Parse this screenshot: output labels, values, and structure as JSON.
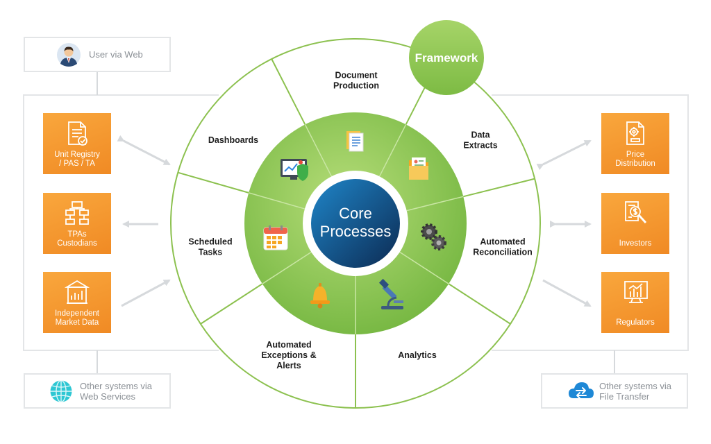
{
  "framework": "Framework",
  "core": {
    "line1": "Core",
    "line2": "Processes"
  },
  "segments": [
    {
      "id": "document-production",
      "lines": [
        "Document",
        "Production"
      ]
    },
    {
      "id": "data-extracts",
      "lines": [
        "Data",
        "Extracts"
      ]
    },
    {
      "id": "automated-reconciliation",
      "lines": [
        "Automated",
        "Reconciliation"
      ]
    },
    {
      "id": "analytics",
      "lines": [
        "Analytics"
      ]
    },
    {
      "id": "automated-exceptions-alerts",
      "lines": [
        "Automated",
        "Exceptions &",
        "Alerts"
      ]
    },
    {
      "id": "scheduled-tasks",
      "lines": [
        "Scheduled",
        "Tasks"
      ]
    },
    {
      "id": "dashboards",
      "lines": [
        "Dashboards"
      ]
    }
  ],
  "top_left": {
    "label": "User via Web",
    "icon": "user-avatar-icon"
  },
  "bottom_left": {
    "label": "Other systems via\nWeb Services",
    "icon": "globe-icon"
  },
  "bottom_right": {
    "label": "Other systems via\nFile Transfer",
    "icon": "cloud-transfer-icon"
  },
  "left_sources": [
    {
      "label": "Unit Registry\n/ PAS / TA",
      "icon": "document-check-icon"
    },
    {
      "label": "TPAs\nCustodians",
      "icon": "hierarchy-icon"
    },
    {
      "label": "Independent\nMarket Data",
      "icon": "bank-chart-icon"
    }
  ],
  "right_outputs": [
    {
      "label": "Price\nDistribution",
      "icon": "price-document-icon"
    },
    {
      "label": "Investors",
      "icon": "investor-search-icon"
    },
    {
      "label": "Regulators",
      "icon": "regulator-building-icon"
    }
  ],
  "colors": {
    "orange": "#f4962d",
    "green_light": "#a5d26a",
    "green_dark": "#6db33f",
    "core_blue": "#1b73b8",
    "core_navy": "#0c2f57",
    "line_grey": "#d6d9dc"
  }
}
